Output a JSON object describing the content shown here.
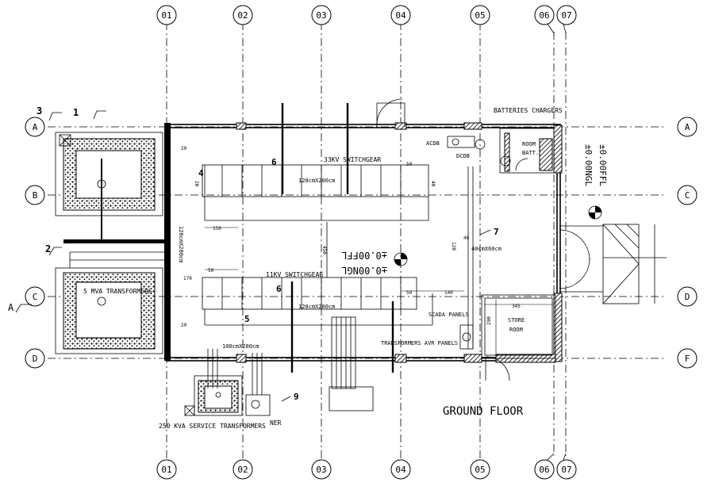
{
  "grid": {
    "columns": [
      "01",
      "02",
      "03",
      "04",
      "05",
      "06",
      "07"
    ],
    "rows_left": [
      "A",
      "B",
      "C",
      "D"
    ],
    "rows_right": [
      "A",
      "C",
      "D",
      "F"
    ]
  },
  "section_marks": [
    "3",
    "1",
    "2",
    "A"
  ],
  "labels": {
    "switchgear_33kv": "33KV SWITCHGEAR",
    "switchgear_11kv": "11KV SWITCHGEAR",
    "trench_upper": "120cmX200cm",
    "trench_lower": "120cmX200cm",
    "trench_small": "100cmX200cm",
    "trench_vertical": "120cmX200cm",
    "opening": "40cmX60cm",
    "acdb": "ACDB",
    "dcdb": "DCDB",
    "batteries_chargers": "BATTERIES CHARGERS",
    "room_batt_1": "ROOM",
    "room_batt_2": "BATT.",
    "transformer_5mva": "5 MVA TRANSFORMERS",
    "service_transformers": "250 KVA SERVICE TRANSFORMERS",
    "ner": "NER",
    "scada_panels": "SCADA PANELS",
    "transformers_avr": "TRANSFORMERS AVR PANELS",
    "store_1": "STORE",
    "store_2": "ROOM",
    "ground_floor": "GROUND FLOOR",
    "ffl_level": "±0.00FFL",
    "ngl_level": "±0.00NGL",
    "ext_level_1": "±0.00NGL",
    "ext_level_2": "±0.00FFL",
    "dim_20_a": "20",
    "dim_20_b": "20",
    "dim_20_c": "20",
    "dim_150": "150",
    "dim_170": "170",
    "dim_50_a": "50",
    "dim_50_b": "50",
    "dim_50_c": "50",
    "dim_140": "140",
    "dim_40_a": "40",
    "dim_40_b": "40",
    "dim_120": "120",
    "dim_450": "450",
    "dim_345": "345",
    "dim_290": "290"
  },
  "callouts": [
    "6",
    "6",
    "5",
    "4",
    "7",
    "9"
  ]
}
